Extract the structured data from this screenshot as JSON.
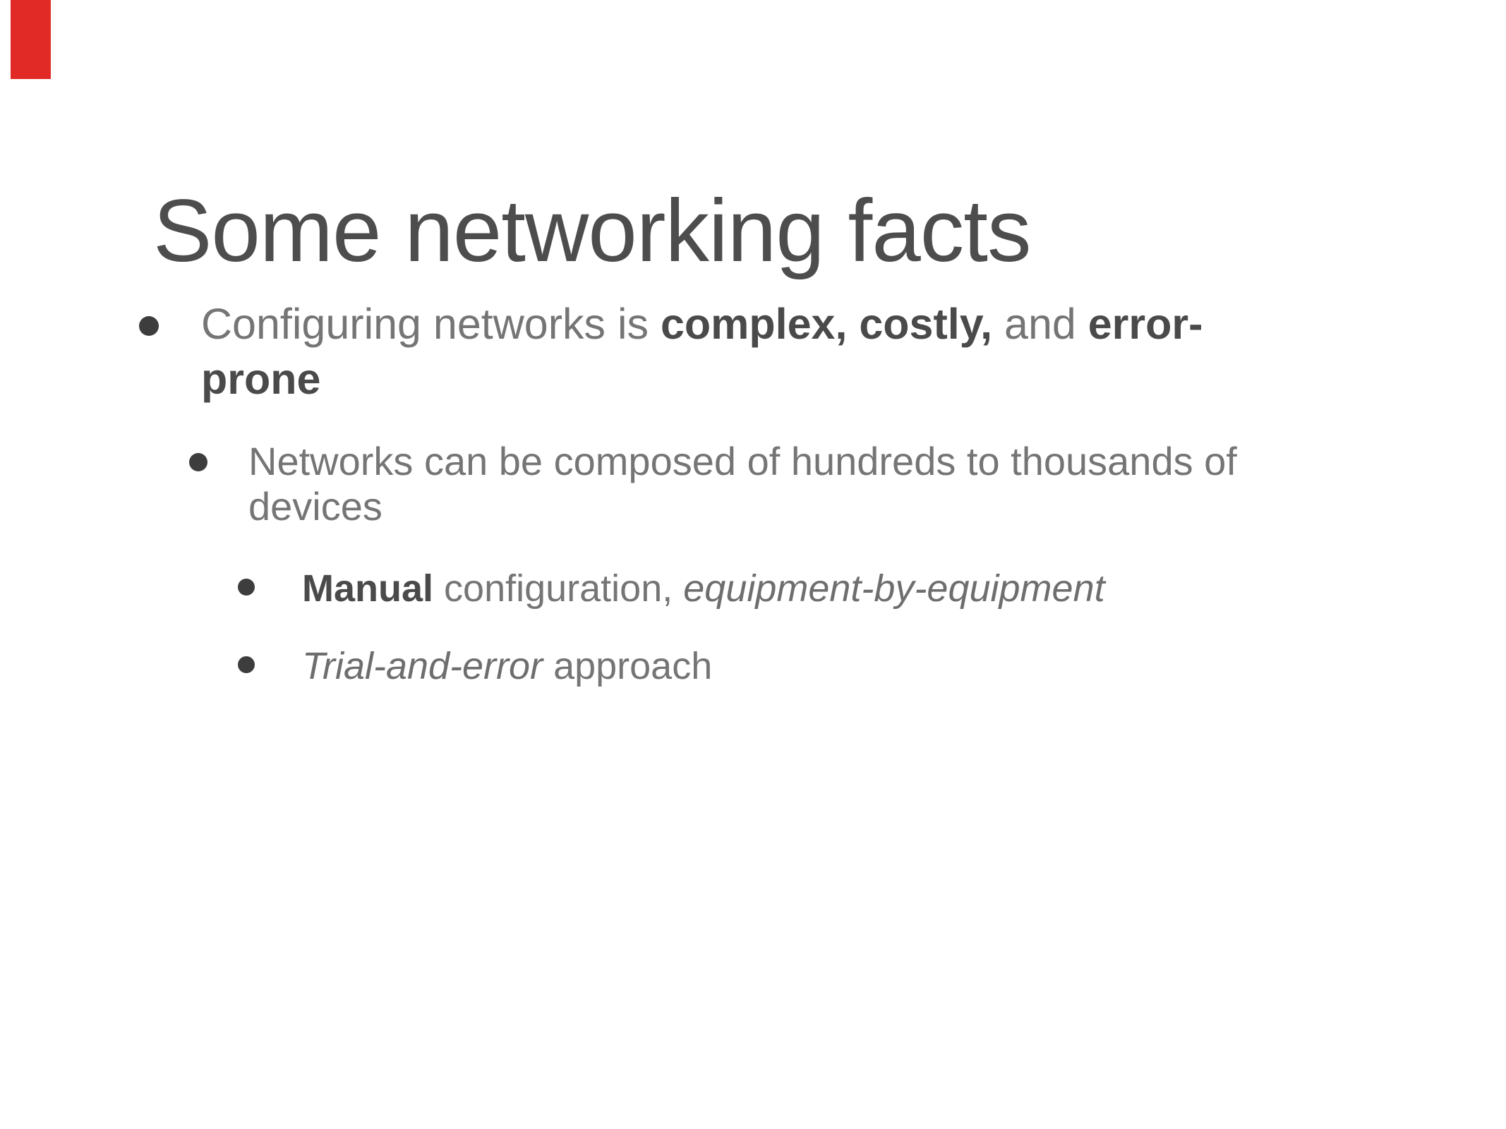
{
  "slide": {
    "title": "Some networking facts",
    "colors": {
      "background": "#ffffff",
      "accent_red": "#e12a26",
      "title_text": "#4d4d4d",
      "body_text": "#757575",
      "bold_text": "#4a4a4a",
      "bullet_dot": "#3d3d3d"
    },
    "bullets": [
      {
        "level": 1,
        "segments": [
          {
            "text": "Configuring networks is "
          },
          {
            "text": "complex,",
            "bold": true
          },
          {
            "text": " "
          },
          {
            "text": "costly,",
            "bold": true
          },
          {
            "text": " and "
          },
          {
            "text": "error-",
            "bold": true
          },
          {
            "br": true
          },
          {
            "text": "prone",
            "bold": true
          }
        ]
      },
      {
        "level": 2,
        "segments": [
          {
            "text": "Networks can be composed of hundreds to thousands of"
          },
          {
            "br": true
          },
          {
            "text": "devices"
          }
        ]
      },
      {
        "level": 3,
        "segments": [
          {
            "text": "Manual",
            "bold": true
          },
          {
            "text": " configuration, "
          },
          {
            "text": "equipment-by-equipment",
            "italic": true
          }
        ]
      },
      {
        "level": 3,
        "segments": [
          {
            "text": "Trial-and-error",
            "italic": true
          },
          {
            "text": " approach"
          }
        ]
      }
    ]
  }
}
